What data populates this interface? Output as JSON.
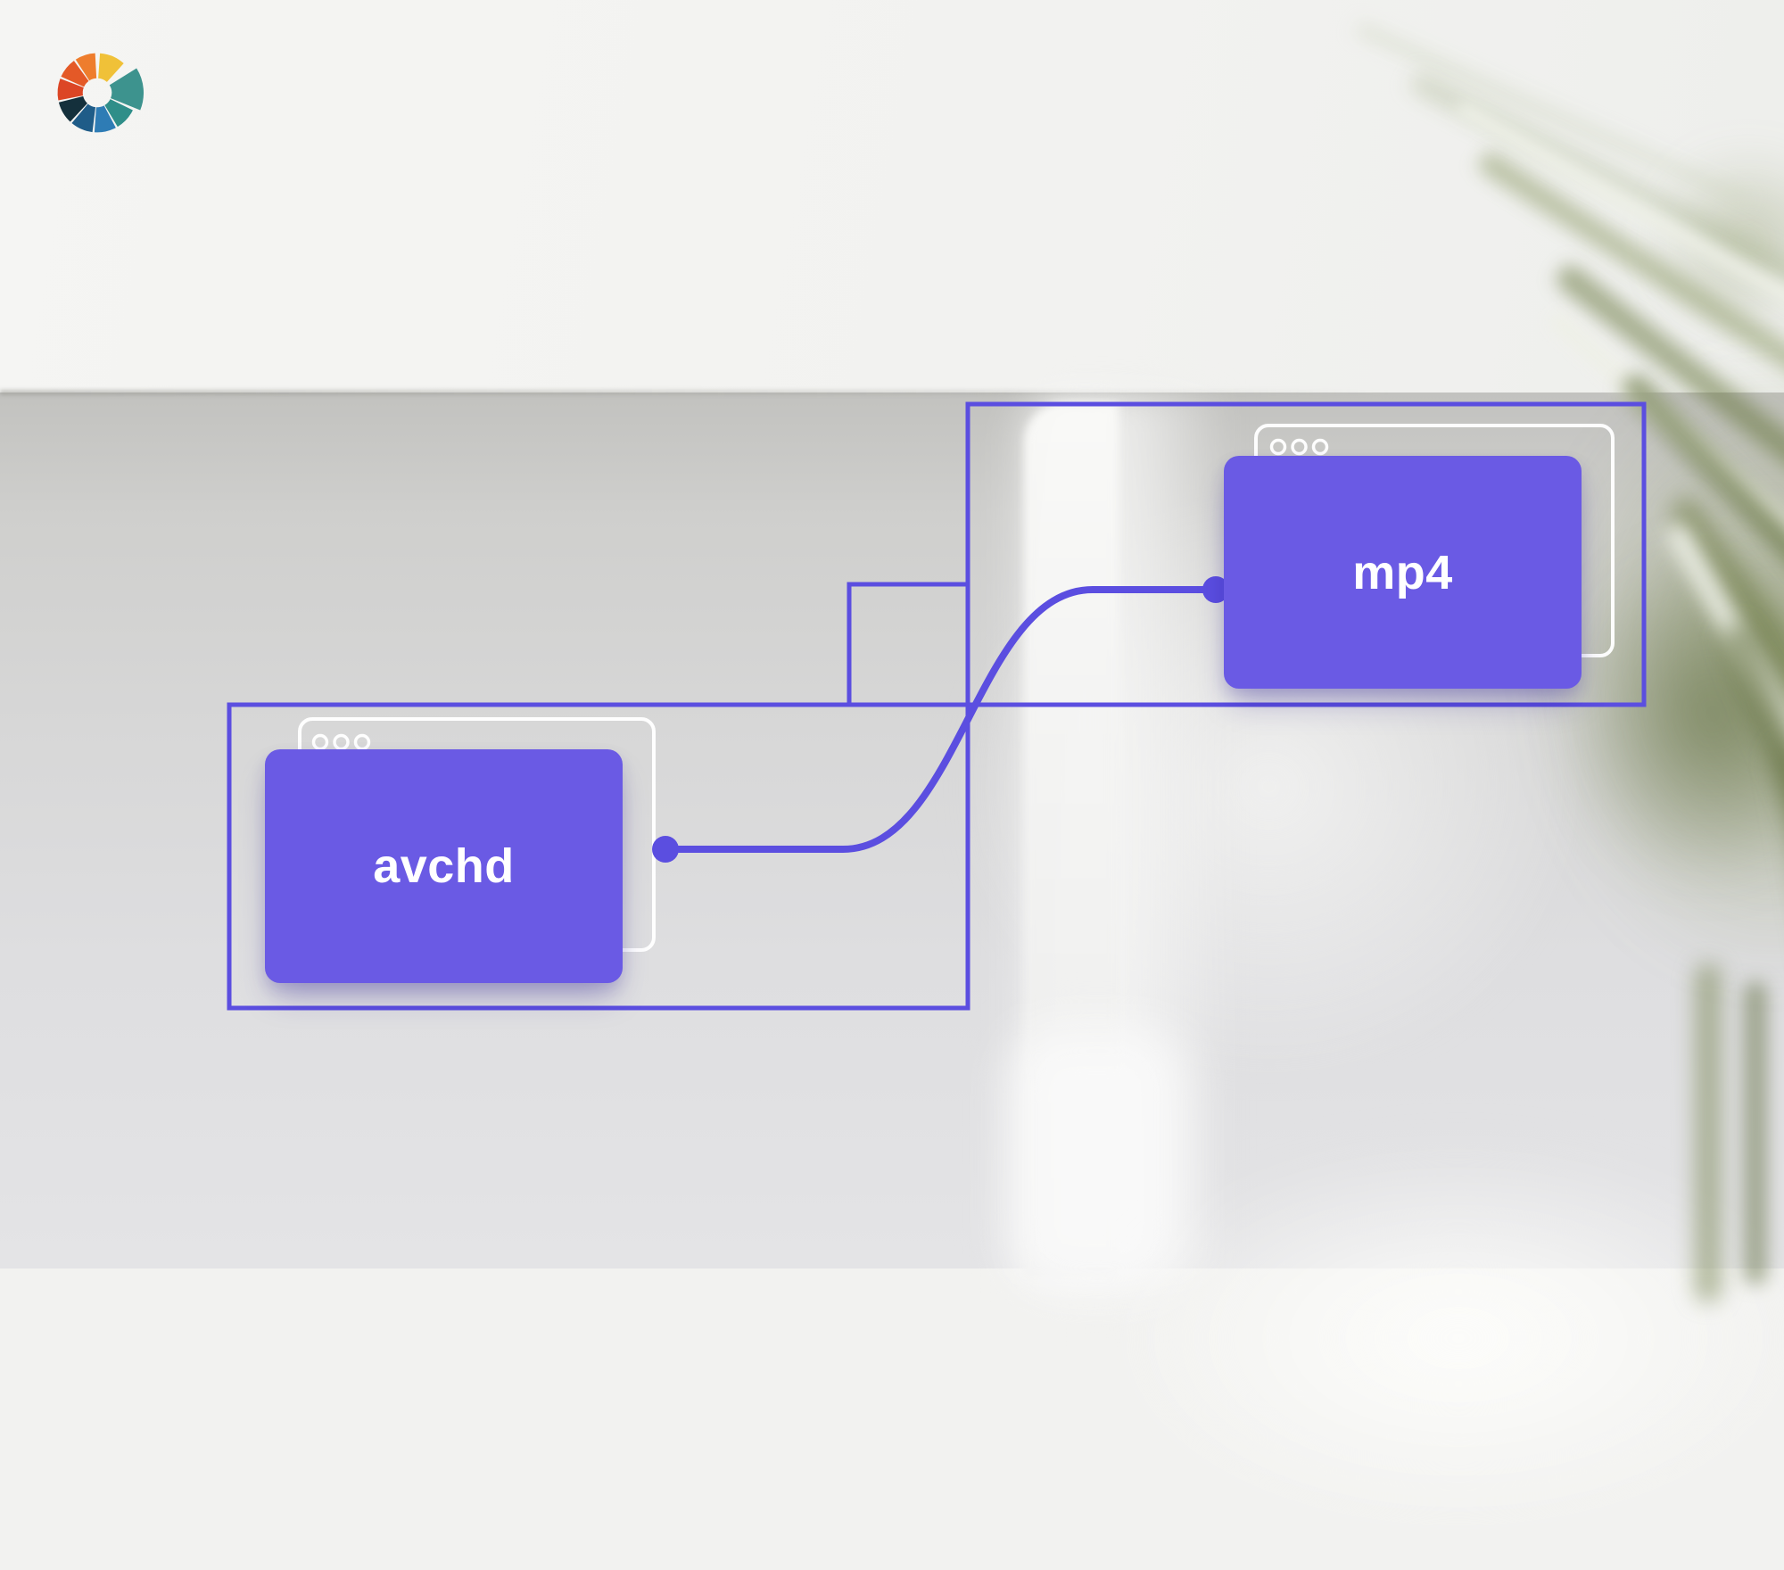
{
  "diagram": {
    "source_node": {
      "label": "avchd"
    },
    "target_node": {
      "label": "mp4"
    }
  },
  "logo": {
    "name": "color-wheel-logo",
    "segments": [
      {
        "from": 4,
        "to": 42,
        "color": "#f0c138",
        "extended": false
      },
      {
        "from": 58,
        "to": 112,
        "color": "#3d938e",
        "extended": true
      },
      {
        "from": 116,
        "to": 149,
        "color": "#2f8e89",
        "extended": false
      },
      {
        "from": 152,
        "to": 184,
        "color": "#2e7cb5",
        "extended": false
      },
      {
        "from": 187,
        "to": 220,
        "color": "#1f5c88",
        "extended": false
      },
      {
        "from": 223,
        "to": 256,
        "color": "#14303c",
        "extended": false
      },
      {
        "from": 259,
        "to": 291,
        "color": "#dc4625",
        "extended": false
      },
      {
        "from": 294,
        "to": 324,
        "color": "#e45927",
        "extended": false
      },
      {
        "from": 327,
        "to": 357,
        "color": "#ee7d2d",
        "extended": false
      }
    ]
  },
  "colors": {
    "outline": "#5b4ee0",
    "card": "#6a5ae4",
    "connector": "#5b4ee0",
    "label": "#ffffff"
  }
}
